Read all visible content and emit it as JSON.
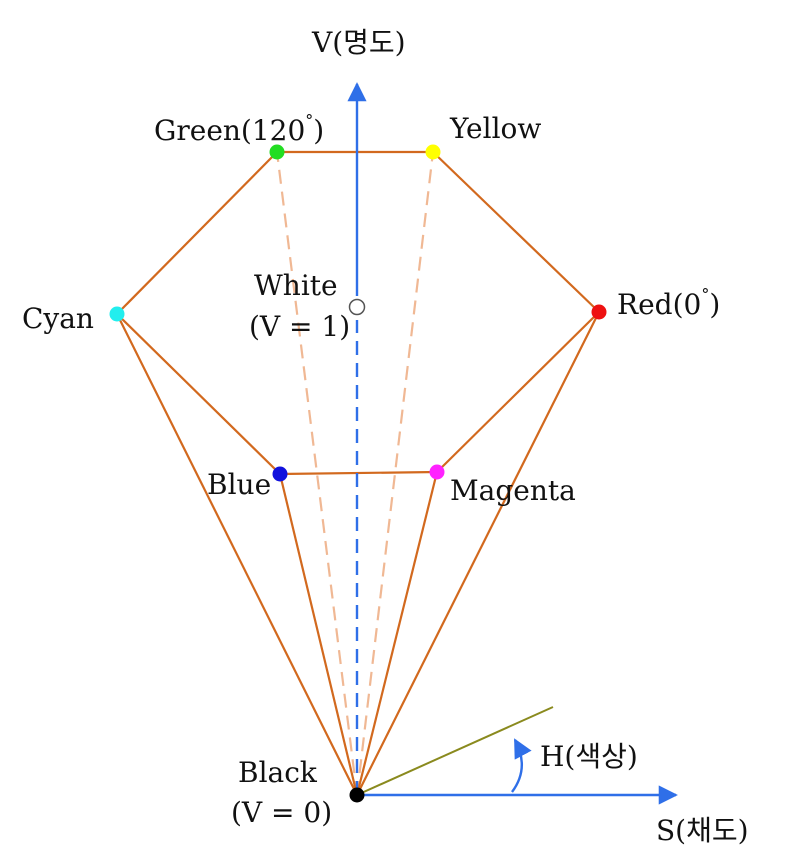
{
  "colors": {
    "edge": "#d2691e",
    "hidden_edge": "#f0b894",
    "axis": "#2f6fe8",
    "hue_ray": "#8a8a1e",
    "green": "#22dd22",
    "yellow": "#ffff00",
    "cyan": "#22eeee",
    "red": "#ee1111",
    "blue": "#1111dd",
    "magenta": "#ff22ff",
    "white": "#ffffff",
    "black": "#000000"
  },
  "axes": {
    "v_label": "V(명도)",
    "s_label": "S(채도)",
    "h_label": "H(색상)"
  },
  "vertices": {
    "green": {
      "label": "Green(120",
      "sup": "°",
      "close": ")"
    },
    "yellow": {
      "label": "Yellow"
    },
    "cyan": {
      "label": "Cyan"
    },
    "red": {
      "label": "Red(0",
      "sup": "°",
      "close": ")"
    },
    "blue": {
      "label": "Blue"
    },
    "magenta": {
      "label": "Magenta"
    },
    "white": {
      "label": "White",
      "sub": "(V = 1)"
    },
    "black": {
      "label": "Black",
      "sub": "(V = 0)"
    }
  }
}
